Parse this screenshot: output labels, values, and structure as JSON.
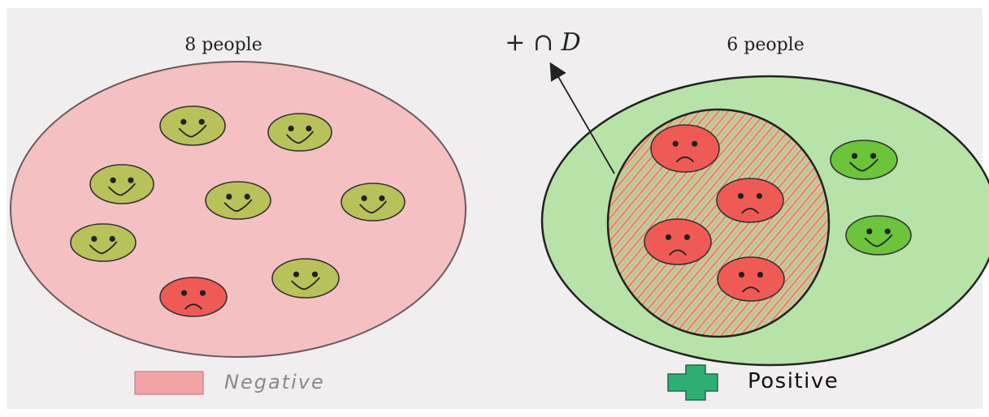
{
  "left_group": {
    "title": "8 people",
    "legend_label": "Negative",
    "legend_color": "#f2a3a6",
    "fill_color": "#f5c0c2",
    "faces": [
      {
        "mood": "happy"
      },
      {
        "mood": "happy"
      },
      {
        "mood": "happy"
      },
      {
        "mood": "happy"
      },
      {
        "mood": "happy"
      },
      {
        "mood": "happy"
      },
      {
        "mood": "happy"
      },
      {
        "mood": "sad"
      }
    ]
  },
  "right_group": {
    "title": "6 people",
    "legend_label": "Positive",
    "legend_icon": "plus-cross-icon",
    "legend_color": "#2fae74",
    "fill_color": "#b7e2a8",
    "faces": [
      {
        "mood": "sad",
        "in_intersection": true
      },
      {
        "mood": "sad",
        "in_intersection": true
      },
      {
        "mood": "sad",
        "in_intersection": true
      },
      {
        "mood": "sad",
        "in_intersection": true
      },
      {
        "mood": "happy",
        "in_intersection": false
      },
      {
        "mood": "happy",
        "in_intersection": false
      }
    ]
  },
  "intersection_label": "+ ∩ D",
  "colors": {
    "happy_face_neg": "#b9c25a",
    "happy_face_pos": "#6bc43a",
    "sad_face": "#ef5a55",
    "outline": "#333333"
  }
}
